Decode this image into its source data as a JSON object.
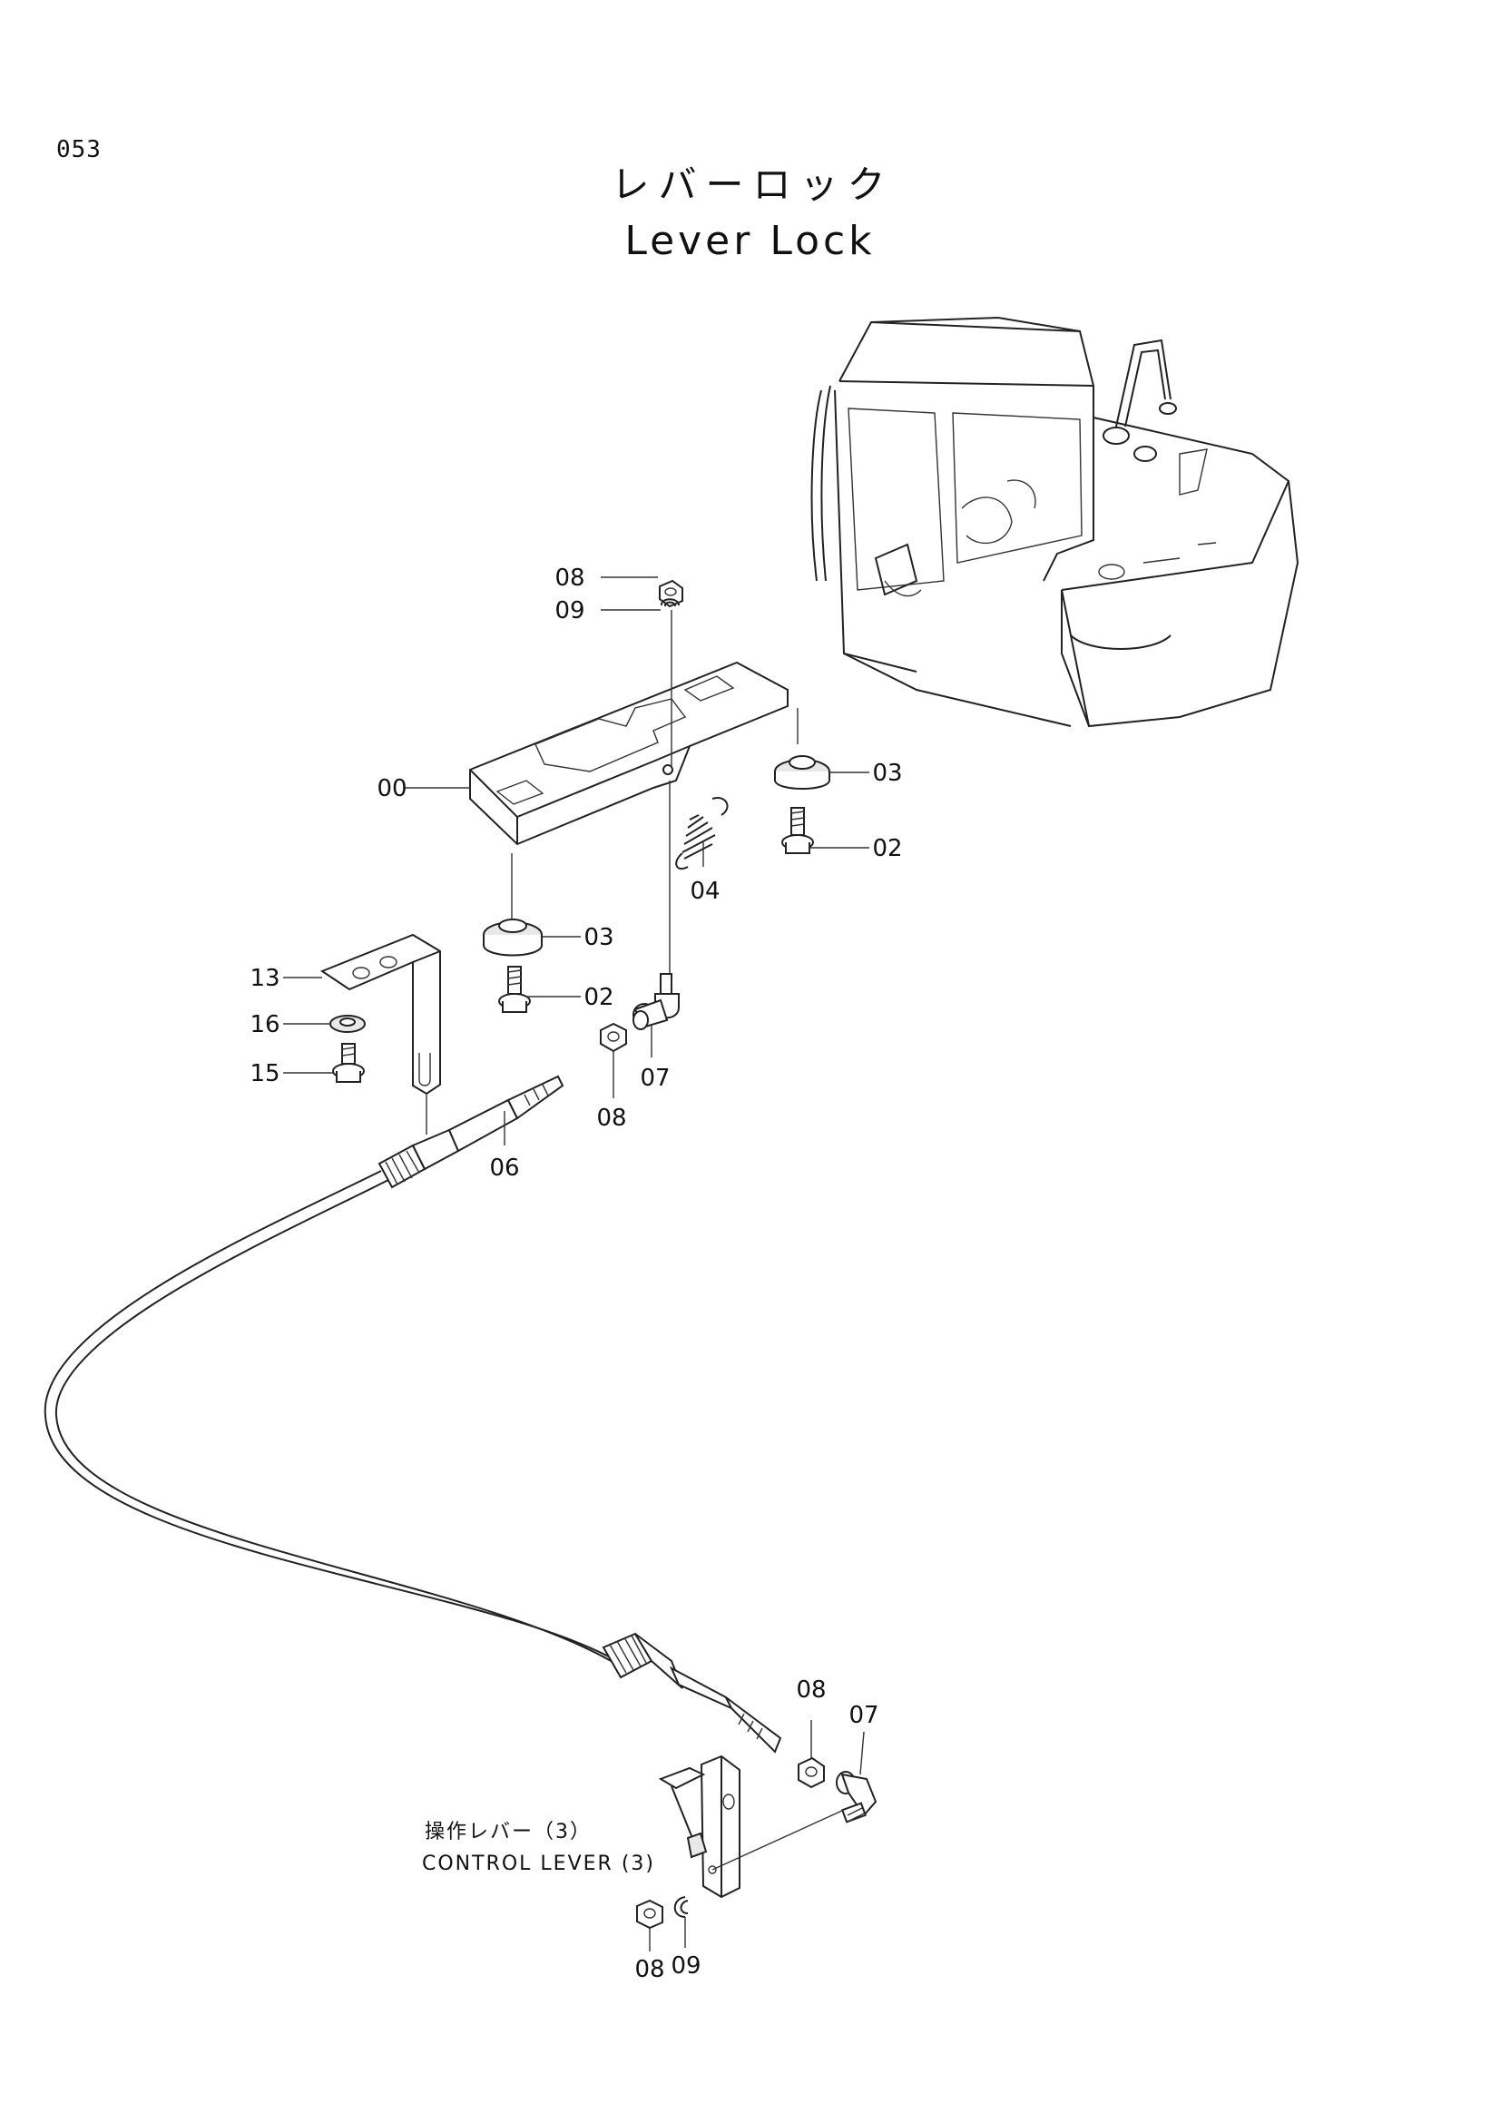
{
  "page_number": "053",
  "title_jp": "レバーロック",
  "title_en": "Lever Lock",
  "callouts": [
    "08",
    "09",
    "00",
    "03",
    "02",
    "04",
    "03",
    "02",
    "13",
    "16",
    "15",
    "08",
    "07",
    "06",
    "08",
    "07",
    "08",
    "09"
  ],
  "note": {
    "jp": "操作レバー（3）",
    "en": "CONTROL LEVER (3)"
  }
}
